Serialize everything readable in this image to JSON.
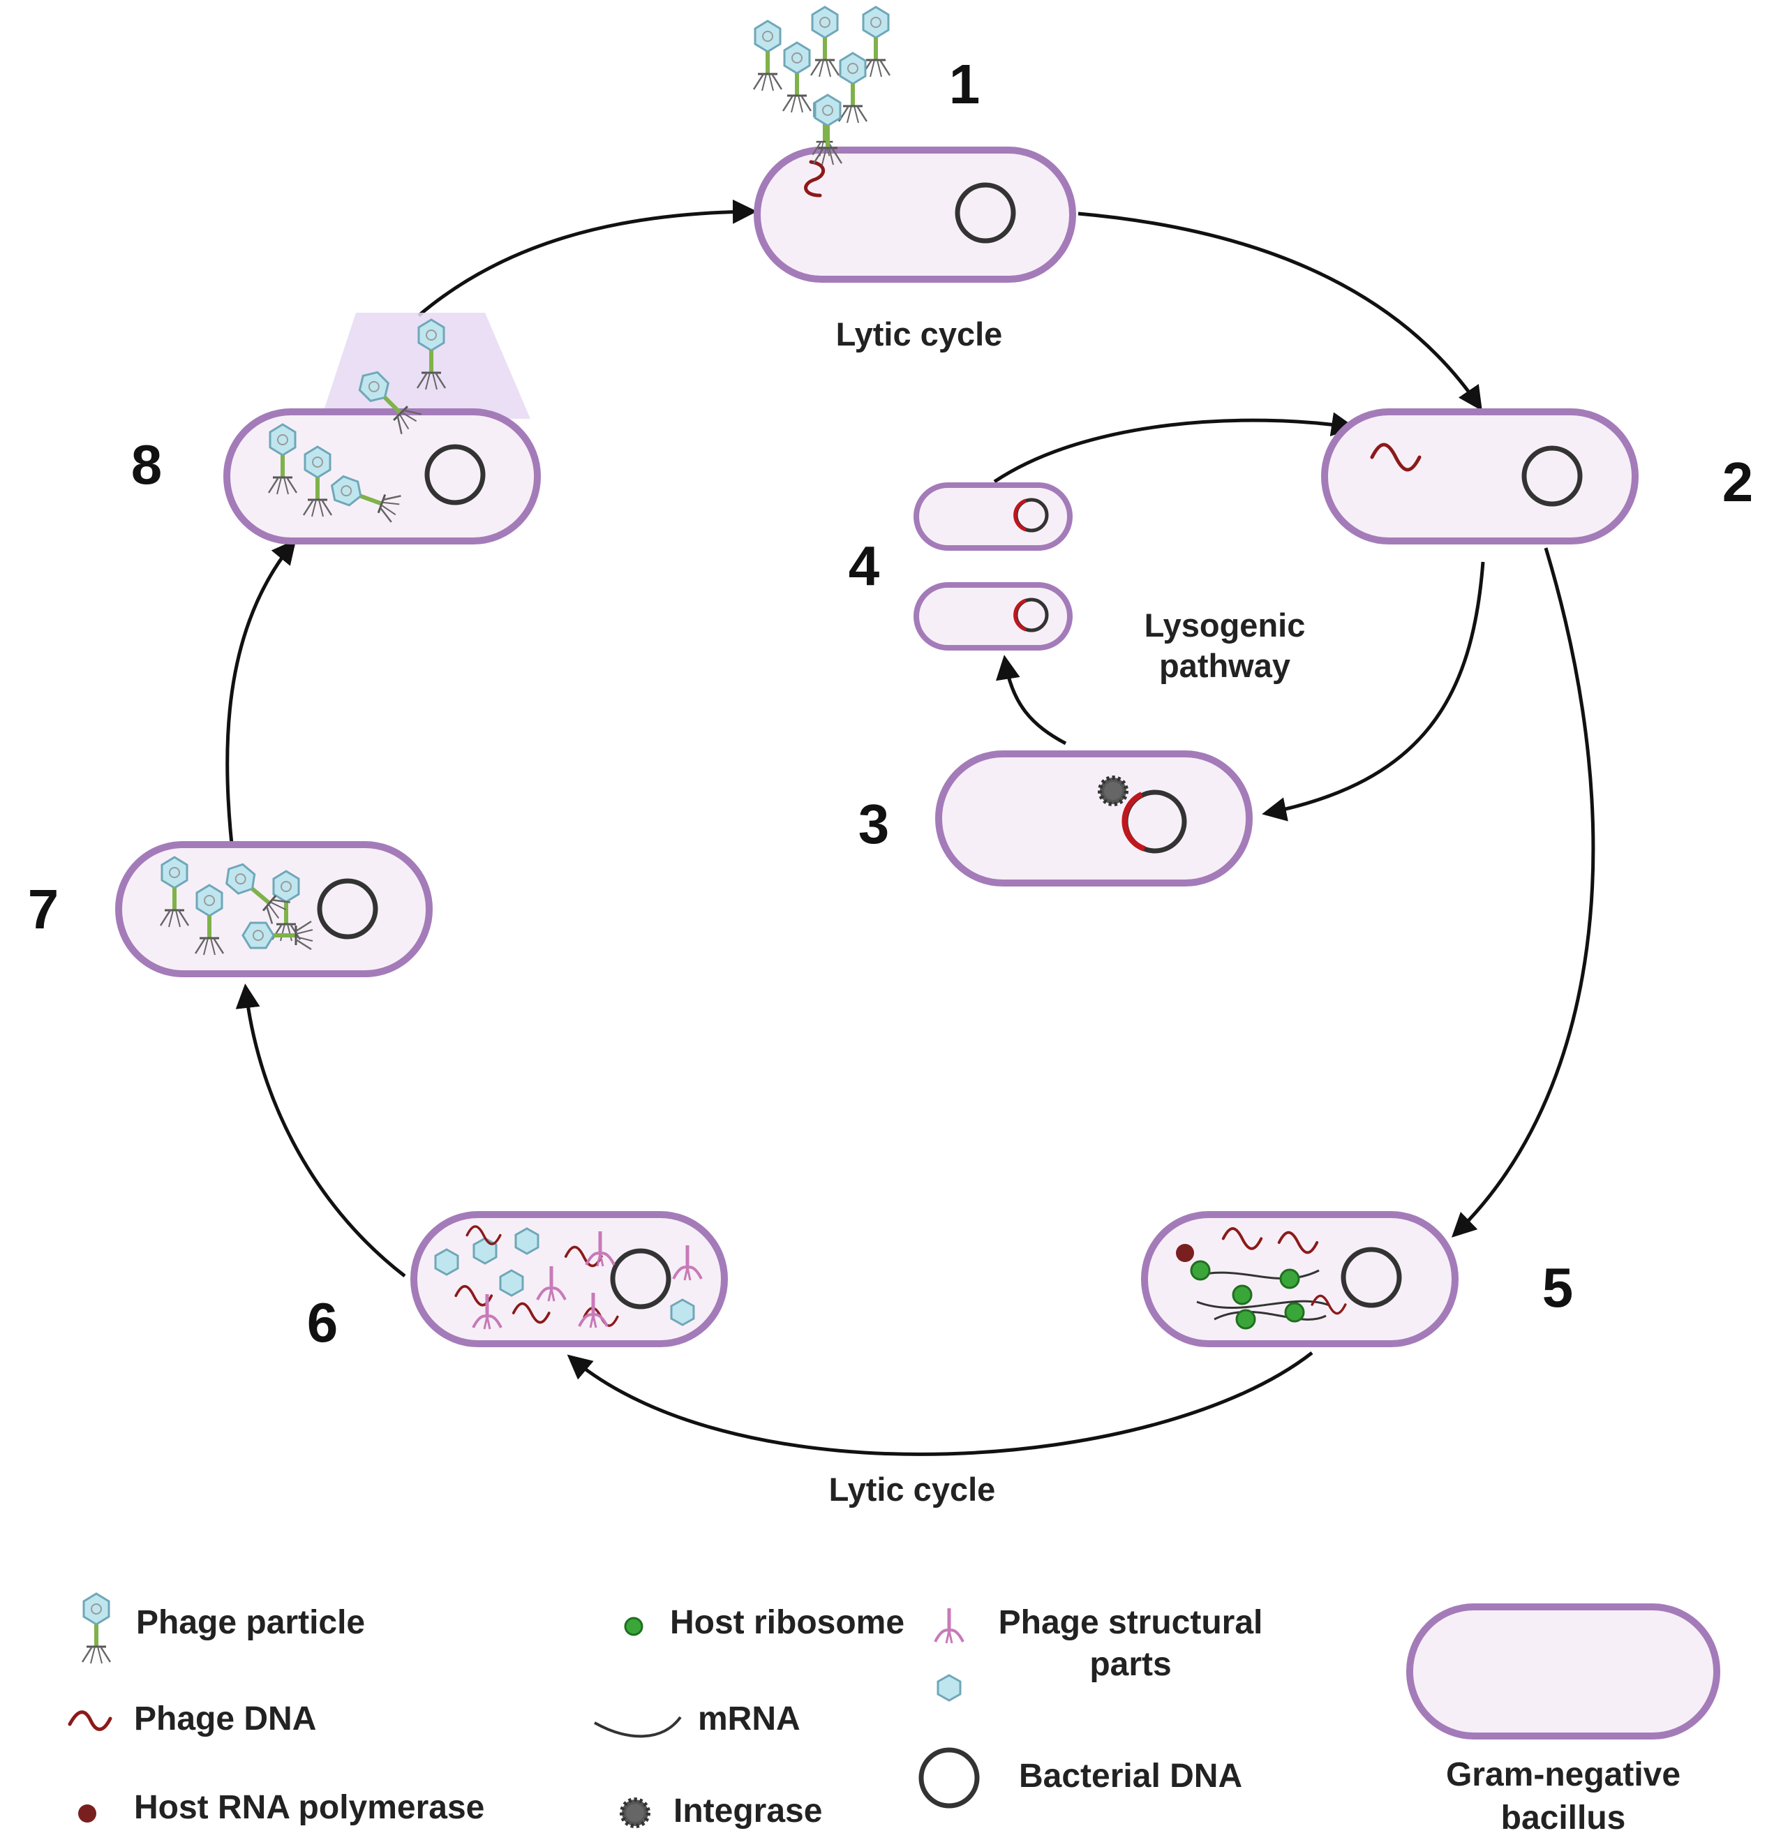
{
  "steps": [
    "1",
    "2",
    "3",
    "4",
    "5",
    "6",
    "7",
    "8"
  ],
  "captions": {
    "lytic_top": "Lytic cycle",
    "lytic_bottom": "Lytic cycle",
    "lysogenic_line1": "Lysogenic",
    "lysogenic_line2": "pathway"
  },
  "legend": {
    "phage_particle": "Phage particle",
    "phage_dna": "Phage DNA",
    "host_rna_polymerase": "Host RNA polymerase",
    "host_ribosome": "Host ribosome",
    "mrna": "mRNA",
    "integrase": "Integrase",
    "phage_structural_line1": "Phage structural",
    "phage_structural_line2": "parts",
    "bacterial_dna": "Bacterial DNA",
    "gram_negative_line1": "Gram-negative",
    "gram_negative_line2": "bacillus"
  },
  "colors": {
    "cell_fill": "#f7eff7",
    "cell_border": "#a47bb9",
    "phage_dna": "#8b1a1a",
    "ribosome": "#3aa63a",
    "rna_polymerase": "#7a1f1f",
    "capsid": "#bfe6ef",
    "structural_parts": "#c77ab8",
    "integrase": "#555555",
    "arrow": "#111111"
  }
}
